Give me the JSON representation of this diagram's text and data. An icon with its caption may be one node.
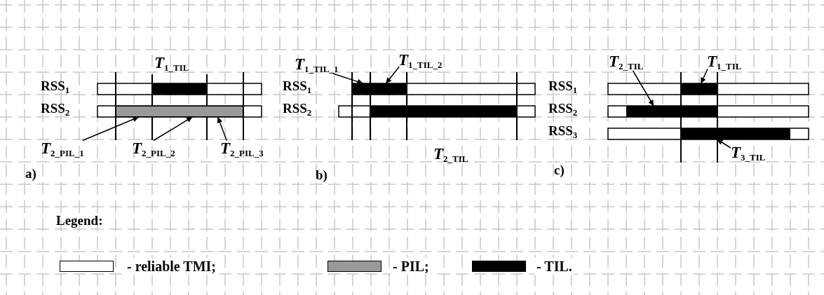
{
  "diagram": {
    "nodes": [
      {
        "text": [],
        "shape": "bar"
      },
      {
        "text": [
          "*T*$_{2_PIL_1}$"
        ]
      },
      {
        "text": [
          "*T*$_{2_PIL_2}$"
        ]
      },
      {
        "text": [
          "*T*$_{2_PIL_3}$"
        ]
      },
      {
        "text": [
          "*T*$_{1_TIL_1}$"
        ]
      },
      {
        "text": [
          "*T*$_{1_TIL_2}$"
        ]
      },
      {
        "text": [],
        "shape": "bar"
      },
      {
        "text": [
          "*T*$_{2_TIL}$"
        ]
      },
      {
        "text": [
          "*T*$_{1_TIL}$"
        ]
      },
      {
        "text": [],
        "shape": "bar"
      },
      {
        "text": [],
        "shape": "bar"
      },
      {
        "text": [],
        "shape": "bar"
      },
      {
        "text": [
          "*T*$_{3_TIL}$"
        ]
      },
      {
        "text": [],
        "shape": "bar"
      },
      {
        "text": [],
        "shape": "bar"
      }
    ],
    "edges": [
      {
        "from": 1,
        "to": 0,
        "arrow": "to"
      },
      {
        "from": 2,
        "to": 0,
        "arrow": "to"
      },
      {
        "from": 3,
        "to": 0,
        "arrow": "to"
      },
      {
        "from": 4,
        "to": 6,
        "arrow": "to"
      },
      {
        "from": 5,
        "to": 6,
        "arrow": "to"
      },
      {
        "from": 7,
        "to": 10,
        "arrow": "to"
      },
      {
        "from": 8,
        "to": 9,
        "arrow": "to"
      },
      {
        "from": 12,
        "to": 11,
        "arrow": "to"
      }
    ],
    "labels": [
      "*T*$_{1_TIL}$",
      "RSS$_{1}$",
      "RSS$_{2}$",
      "a)",
      "RSS$_{1}$",
      "RSS$_{2}$",
      "*T*$_{2_TIL}$",
      "b)",
      "RSS$_{1}$",
      "RSS$_{2}$",
      "RSS$_{3}$",
      "c)",
      "Legend:"
    ],
    "legend": [
      {
        "text": "- reliable TMI;",
        "color": "#ffffff"
      },
      {
        "text": "- PIL;",
        "color": "#999999"
      },
      {
        "text": "- TIL.",
        "color": "#000000"
      }
    ]
  }
}
